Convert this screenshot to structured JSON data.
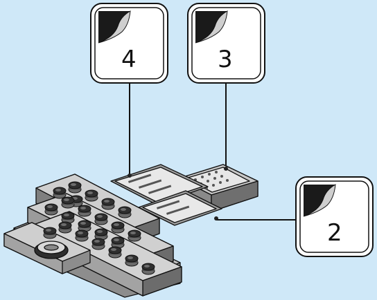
{
  "callouts": [
    {
      "number": "4"
    },
    {
      "number": "3"
    },
    {
      "number": "2"
    }
  ],
  "colors": {
    "background": "#cfe8f8",
    "brick_light": "#c9c9c9",
    "brick_mid": "#a9a9a9",
    "brick_dark": "#7c7c7c",
    "outline": "#111111",
    "stud_top": "#3a3a3a"
  },
  "icons": [
    "page-curl-icon"
  ]
}
